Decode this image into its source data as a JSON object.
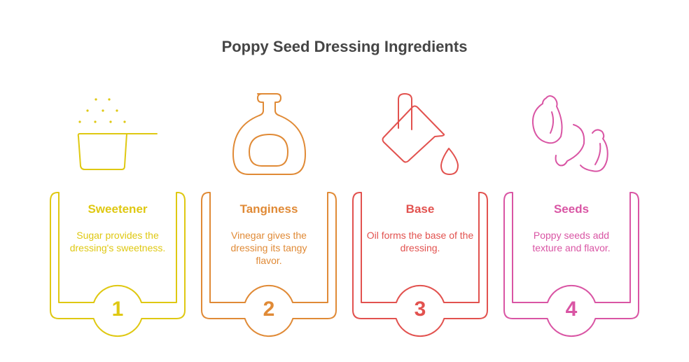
{
  "title": "Poppy Seed Dressing Ingredients",
  "cards": [
    {
      "title": "Sweetener",
      "description": "Sugar provides the dressing's sweetness.",
      "number": "1",
      "color": "#dfc812",
      "icon": "sugar-scoop-icon"
    },
    {
      "title": "Tanginess",
      "description": "Vinegar gives the dressing its tangy flavor.",
      "number": "2",
      "color": "#e08a36",
      "icon": "vinegar-bottle-icon"
    },
    {
      "title": "Base",
      "description": "Oil forms the base of the dressing.",
      "number": "3",
      "color": "#e2524f",
      "icon": "oil-pitcher-icon"
    },
    {
      "title": "Seeds",
      "description": "Poppy seeds add texture and flavor.",
      "number": "4",
      "color": "#d955a4",
      "icon": "poppy-seeds-icon"
    }
  ]
}
